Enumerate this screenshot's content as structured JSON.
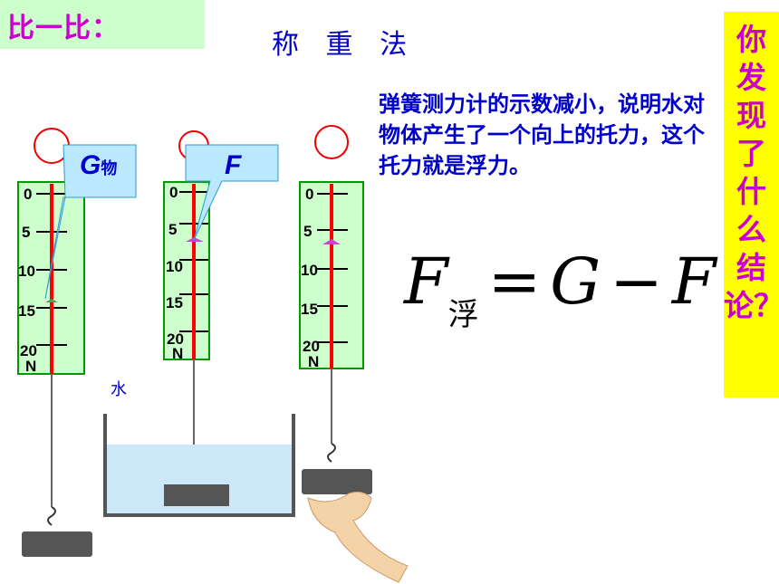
{
  "header": {
    "tag": "比一比：",
    "title": "称 重 法"
  },
  "side_question": [
    "你",
    "发",
    "现",
    "了",
    "什",
    "么",
    "结",
    "论？"
  ],
  "explanation": "弹簧测力计的示数减小，说明水对物体产生了一个向上的托力，这个托力就是浮力。",
  "formula": {
    "F": "F",
    "sub": "浮",
    "eq": "=",
    "G": "G",
    "minus": "−",
    "F2": "F"
  },
  "callouts": {
    "g": "G",
    "g_sub": "物",
    "f": "F"
  },
  "water_label": "水",
  "scale_labels": [
    "0",
    "5",
    "10",
    "15",
    "20",
    "N"
  ],
  "colors": {
    "pointer_line": "#ff0000",
    "scale_border": "#009900",
    "scale_fill": "#ccffcc",
    "water": "#cce8f8",
    "block": "#555555"
  }
}
